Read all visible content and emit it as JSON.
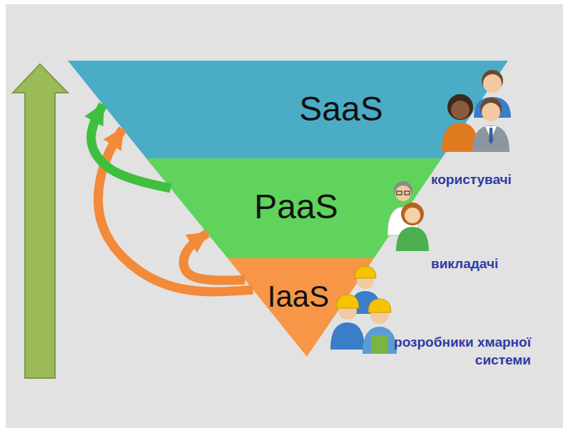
{
  "diagram": {
    "nodes": [
      {
        "text": [
          "SaaS"
        ]
      },
      {
        "text": [
          "PaaS"
        ]
      },
      {
        "text": [
          "IaaS"
        ]
      }
    ],
    "edges": [
      {
        "from": 2,
        "to": 0,
        "arrow": "to"
      },
      {
        "from": 2,
        "to": 1,
        "arrow": "to"
      },
      {
        "from": 1,
        "to": 0,
        "arrow": "to"
      }
    ],
    "labels": [
      "користувачі",
      "викладачі",
      "розробники хмарної системи"
    ]
  }
}
